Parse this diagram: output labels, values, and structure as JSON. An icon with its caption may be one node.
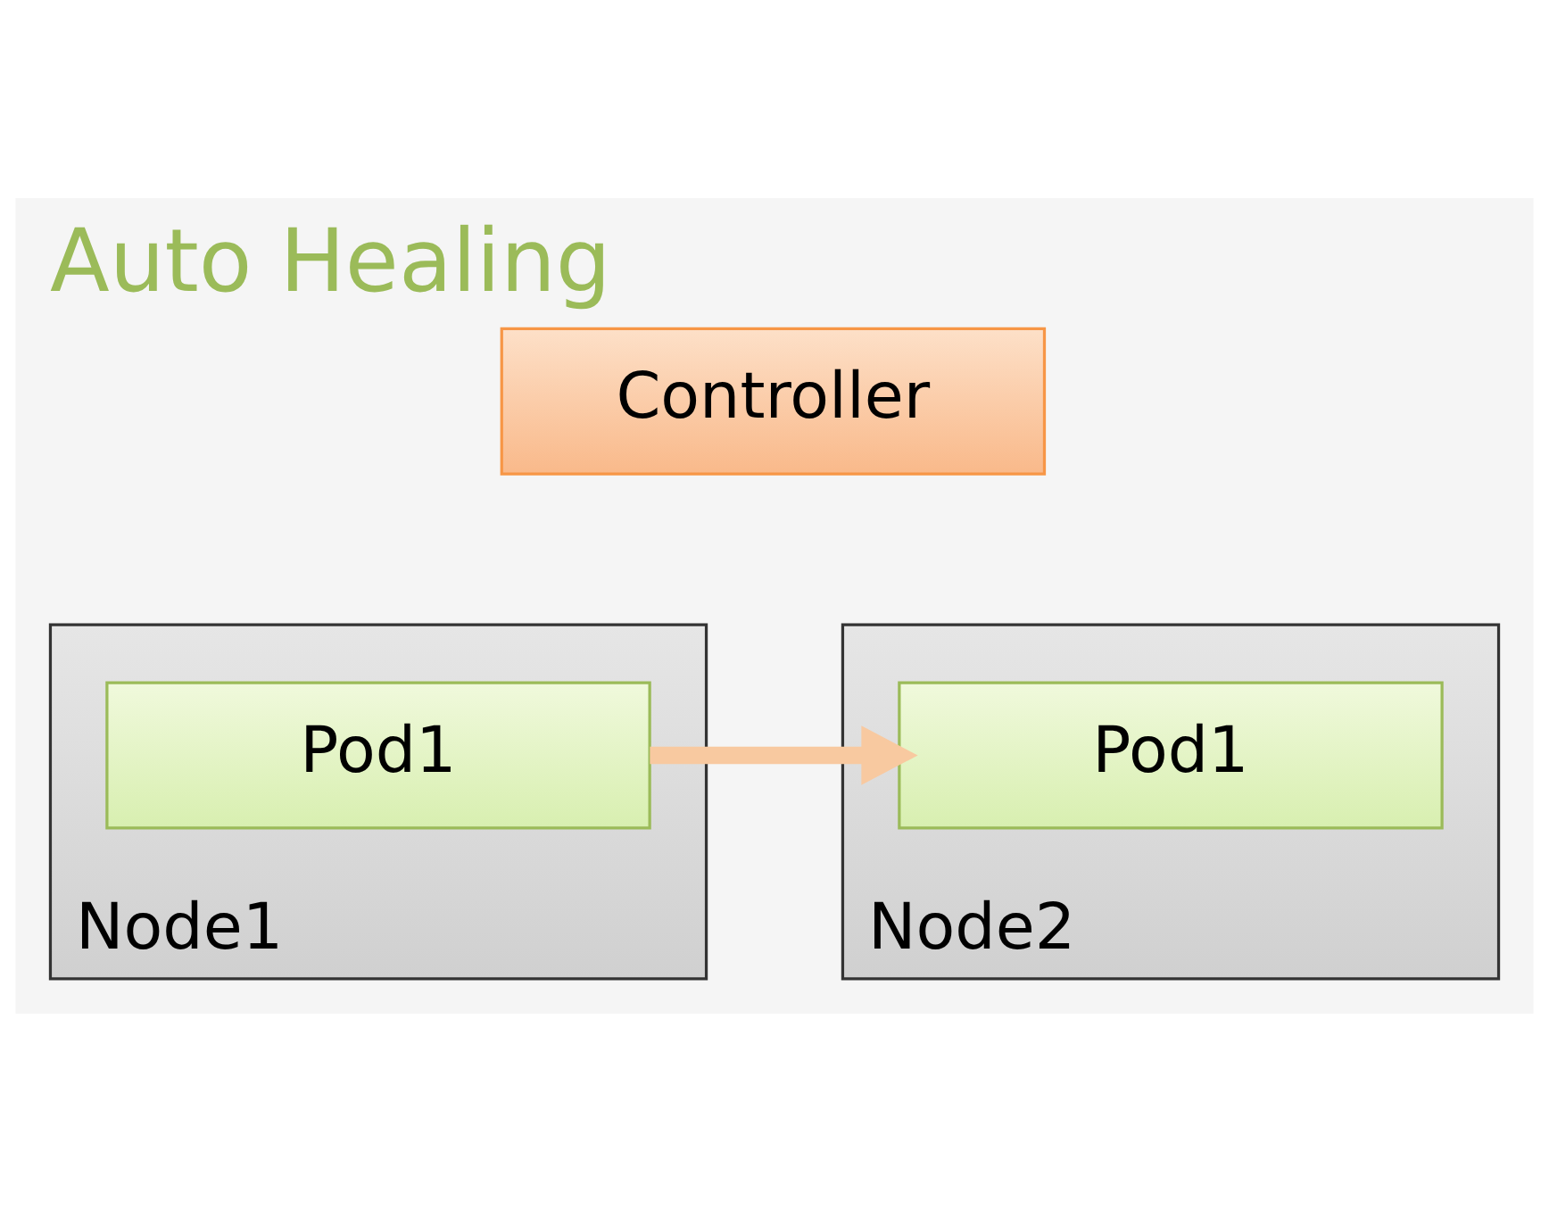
{
  "diagram": {
    "title": "Auto Healing",
    "nodes": [
      {
        "text": [
          "Controller"
        ]
      },
      {
        "text": [
          "Node1"
        ]
      },
      {
        "text": [
          "Pod1"
        ],
        "in": 1
      },
      {
        "text": [
          "Node2"
        ]
      },
      {
        "text": [
          "Pod1"
        ],
        "in": 3
      }
    ],
    "edges": [
      {
        "from": 2,
        "to": 4,
        "arrow": "to"
      }
    ]
  }
}
